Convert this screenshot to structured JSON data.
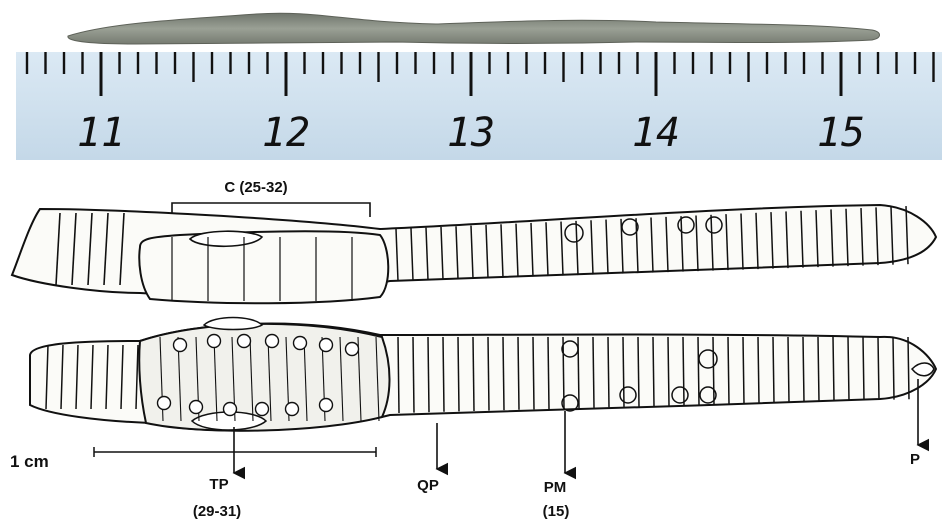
{
  "photo": {
    "ruler_numbers": [
      "11",
      "12",
      "13",
      "14",
      "15"
    ]
  },
  "drawing": {
    "clitellum_label": "C (25-32)",
    "scale_label": "1 cm",
    "tp_label": "TP",
    "tp_range": "(29-31)",
    "qp_label": "QP",
    "pm_label": "PM",
    "pm_segment": "(15)",
    "p_label": "P"
  },
  "colors": {
    "ruler_bg": "#cfe1ef",
    "ink": "#111111",
    "worm_body": "#8a8f86",
    "worm_fill": "#fbfbf8"
  }
}
